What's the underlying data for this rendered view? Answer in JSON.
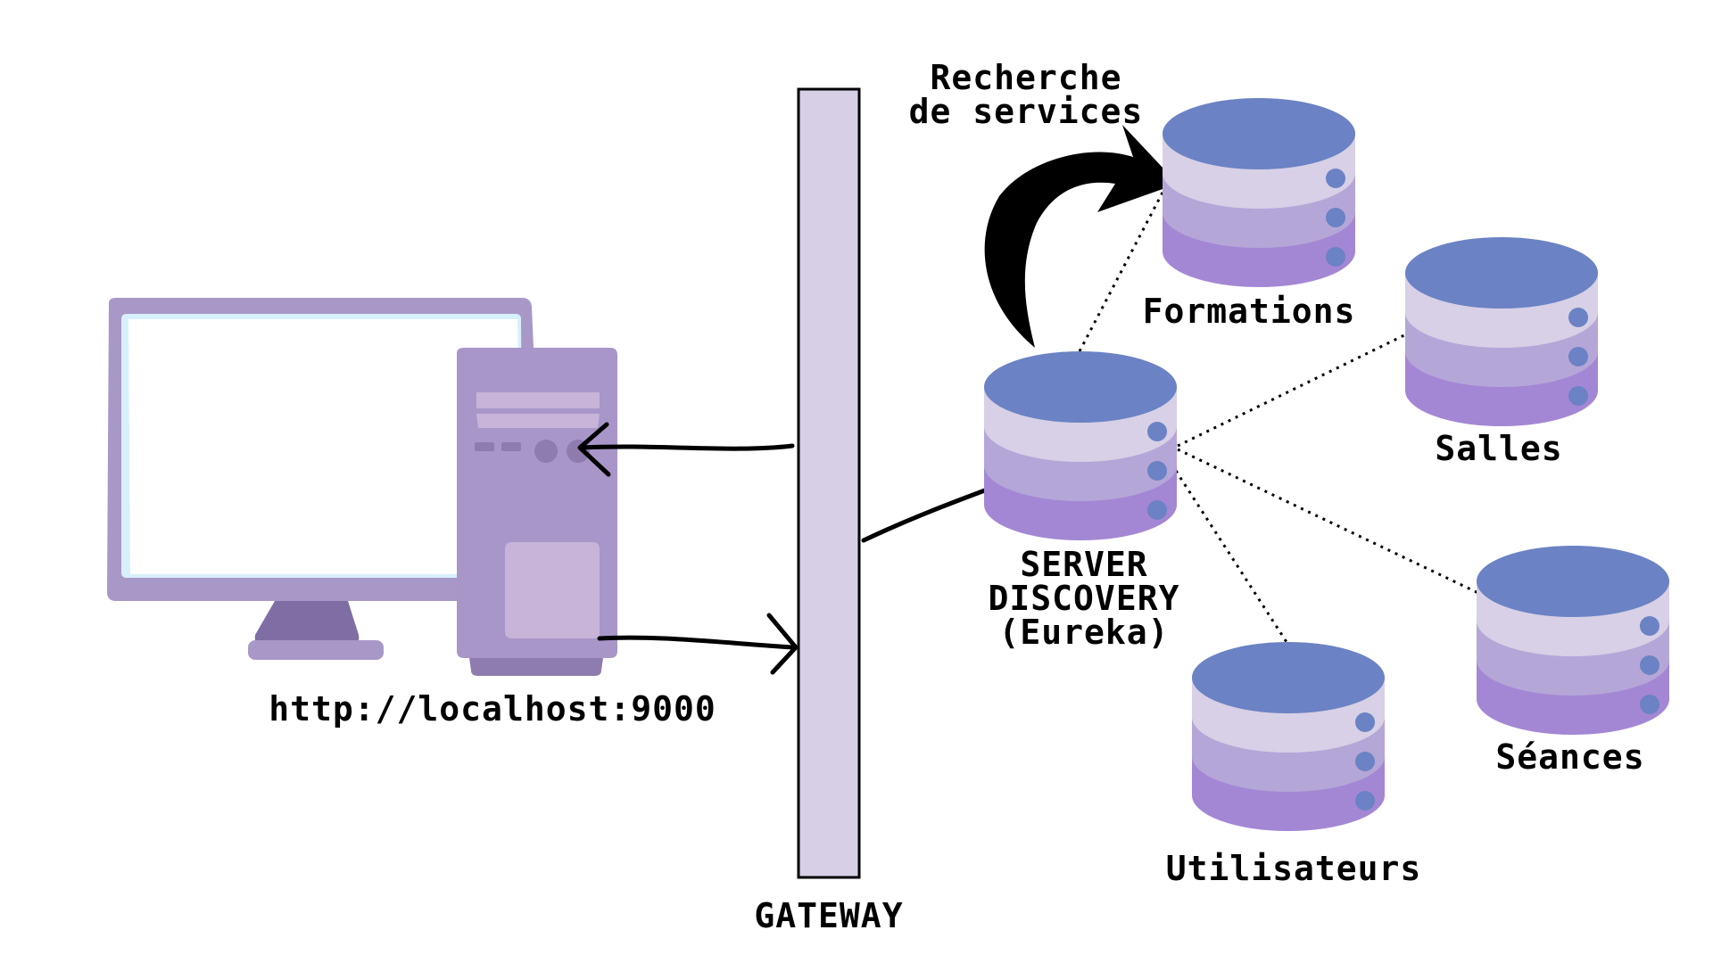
{
  "colors": {
    "monitor": "#a898c8",
    "monitor_screen": "#ffffff",
    "monitor_glow": "#d8f0fc",
    "monitor_stand": "#8a7aaa",
    "tower": "#a896c8",
    "tower_light": "#c8b4d8",
    "tower_dark": "#8e7cae",
    "gateway_fill": "#d6cfe6",
    "db_top": "#6b82c4",
    "db_band1": "#a487d4",
    "db_band2": "#b5a6d8",
    "db_band3": "#d7d0e6",
    "db_dot": "#6b82c4",
    "arrow": "#000000"
  },
  "client": {
    "url": "http://localhost:9000"
  },
  "gateway": {
    "label": "GATEWAY"
  },
  "discovery": {
    "label_lines": [
      "SERVER",
      "DISCOVERY",
      "(Eureka)"
    ],
    "arrow_label_lines": [
      "Recherche",
      "de services"
    ]
  },
  "services": [
    {
      "label": "Formations"
    },
    {
      "label": "Salles"
    },
    {
      "label": "Séances"
    },
    {
      "label": "Utilisateurs"
    }
  ],
  "icons": [
    "monitor-icon",
    "computer-tower-icon",
    "database-icon"
  ]
}
